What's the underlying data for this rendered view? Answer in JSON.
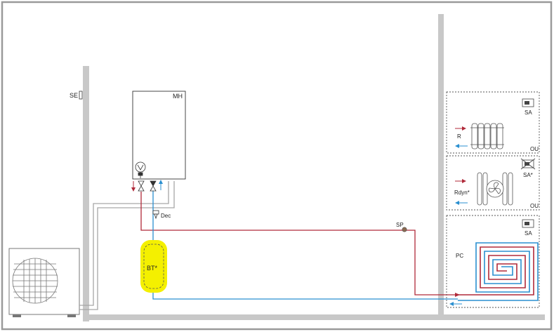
{
  "labels": {
    "se": "SE",
    "mh": "MH",
    "dec": "Dec",
    "sp": "SP",
    "bt": "BT*",
    "zone1_sa": "SA",
    "zone1_r": "R",
    "zone1_ou": "OU",
    "zone2_sa": "SA*",
    "zone2_rdyn": "Rdyn*",
    "zone2_ou": "OU",
    "zone3_sa": "SA",
    "zone3_pc": "PC"
  },
  "colors": {
    "frame": "#9a9a9a",
    "wall": "#c8c8c8",
    "supply_pipe": "#b02a3a",
    "return_pipe": "#2a8fd0",
    "connection_pipe": "#a6a6a6",
    "tank_highlight": "#f4f000",
    "zone_border": "#555555"
  }
}
